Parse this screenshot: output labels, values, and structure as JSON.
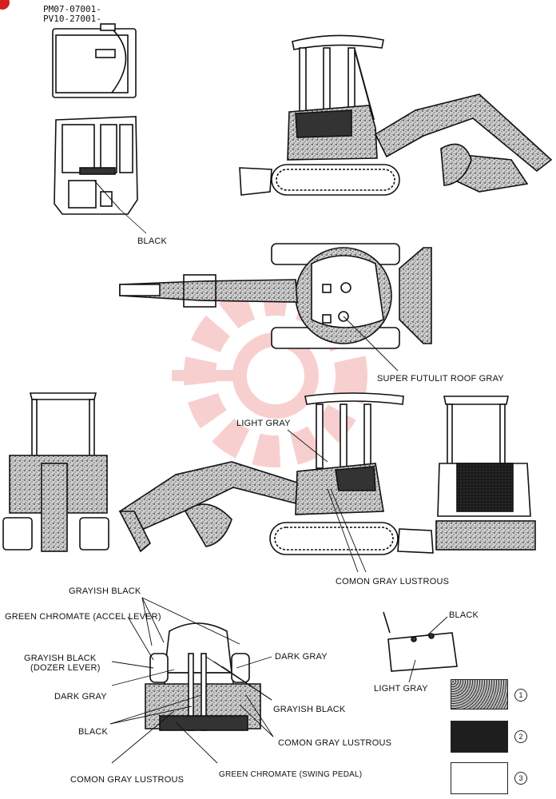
{
  "serials": [
    "PM07-07001-",
    "PV10-27001-"
  ],
  "labels": {
    "black_cab": "BLACK",
    "roof_gray": "SUPER FUTULIT ROOF GRAY",
    "light_gray": "LIGHT GRAY",
    "comon_gray_lustrous": "COMON GRAY LUSTROUS",
    "grayish_black_top": "GRAYISH BLACK",
    "green_chromate_accel": "GREEN CHROMATE  (ACCEL LEVER)",
    "grayish_black_dozer_1": "GRAYISH BLACK",
    "grayish_black_dozer_2": "(DOZER LEVER)",
    "dark_gray_left": "DARK GRAY",
    "black_left": "BLACK",
    "comon_gray_bottom": "COMON GRAY LUSTROUS",
    "green_chromate_swing": "GREEN CHROMATE  (SWING PEDAL)",
    "dark_gray_right": "DARK GRAY",
    "grayish_black_right": "GRAYISH BLACK",
    "comon_gray_right": "COMON GRAY LUSTROUS",
    "black_part": "BLACK",
    "light_gray_part": "LIGHT GRAY"
  },
  "legend": [
    {
      "number": "1",
      "pattern": "speckled"
    },
    {
      "number": "2",
      "pattern": "dark"
    },
    {
      "number": "3",
      "pattern": "white"
    }
  ],
  "colors": {
    "watermark": "#f3b3b3",
    "ink": "#1a1a1a"
  }
}
